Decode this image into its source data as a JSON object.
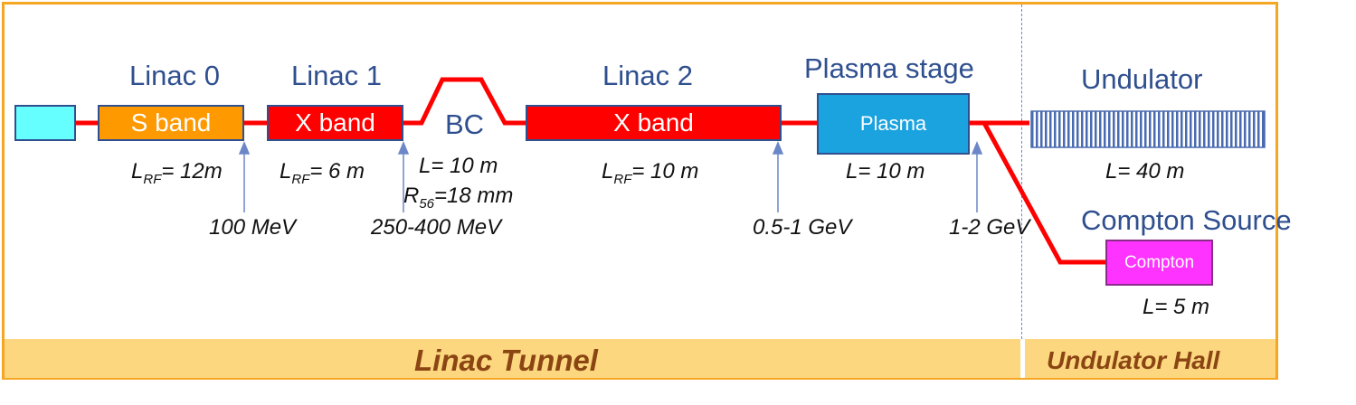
{
  "sections": {
    "linac0": {
      "label": "Linac 0",
      "box": "S band",
      "length": "L",
      "length_sub": "RF",
      "length_val": "= 12m"
    },
    "linac1": {
      "label": "Linac 1",
      "box": "X band",
      "length": "L",
      "length_sub": "RF",
      "length_val": "= 6 m"
    },
    "bc": {
      "label": "BC",
      "length": "L= 10 m",
      "r56": "R",
      "r56_sub": "56",
      "r56_val": "=18 mm"
    },
    "linac2": {
      "label": "Linac 2",
      "box": "X band",
      "length": "L",
      "length_sub": "RF",
      "length_val": "= 10 m"
    },
    "plasma": {
      "label": "Plasma stage",
      "box": "Plasma",
      "length": "L= 10 m"
    },
    "undulator": {
      "label": "Undulator",
      "length": "L= 40 m"
    },
    "compton": {
      "label": "Compton Source",
      "box": "Compton",
      "length": "L= 5 m"
    }
  },
  "energies": {
    "e1": "100 MeV",
    "e2": "250-400 MeV",
    "e3": "0.5-1 GeV",
    "e4": "1-2 GeV"
  },
  "zones": {
    "tunnel": "Linac Tunnel",
    "hall": "Undulator Hall"
  },
  "colors": {
    "gun": "#66ffff",
    "s_band": "#ff9900",
    "x_band": "#ff0000",
    "plasma": "#1ba3e0",
    "compton": "#ff33ff",
    "beamline": "#ff0000",
    "label": "#2f4f8f",
    "zone_bar": "#fcd77f",
    "zone_text": "#8b4513"
  }
}
